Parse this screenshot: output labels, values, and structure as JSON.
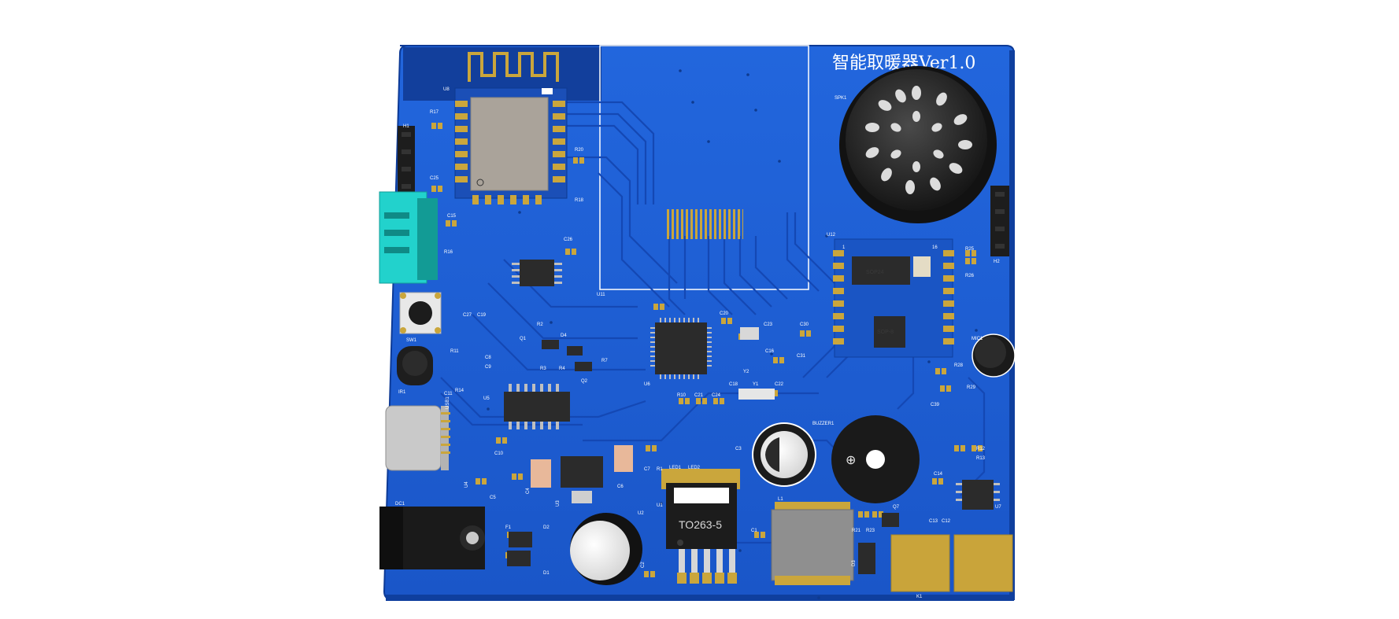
{
  "board": {
    "title": "智能取暖器Ver1.0",
    "colors": {
      "pcb": "#1f5fd6",
      "pcb_dark": "#123f9c",
      "gold": "#c9a43a",
      "white": "#ffffff"
    }
  },
  "designators": {
    "U8": "U8",
    "R17": "R17",
    "H1": "H1",
    "C25": "C25",
    "C15": "C15",
    "R16": "R16",
    "R20": "R20",
    "R18": "R18",
    "C26": "C26",
    "U11": "U11",
    "SPK1": "SPK1",
    "U12": "U12",
    "pin1": "1",
    "pin16": "16",
    "R25": "R25",
    "R26": "R26",
    "H2": "H2",
    "SW1": "SW1",
    "C27": "C27",
    "C19": "C19",
    "R2": "R2",
    "Q1": "Q1",
    "D4": "D4",
    "IR1": "IR1",
    "R11": "R11",
    "C8": "C8",
    "C9": "C9",
    "R3": "R3",
    "R4": "R4",
    "Q2": "Q2",
    "R7": "R7",
    "C11": "C11",
    "R14": "R14",
    "U5": "U5",
    "U6": "U6",
    "C20": "C20",
    "C23": "C23",
    "C30": "C30",
    "C31": "C31",
    "Y2": "Y2",
    "C16": "C16",
    "MIC1": "MIC1",
    "R28": "R28",
    "R29": "R29",
    "C39": "C39",
    "USB1": "USB1",
    "R10": "R10",
    "C21": "C21",
    "C24": "C24",
    "C18": "C18",
    "Y1": "Y1",
    "C22": "C22",
    "BUZZER1": "BUZZER1",
    "C10": "C10",
    "C7": "C7",
    "R1": "R1",
    "LED1": "LED1",
    "LED2": "LED2",
    "C3": "C3",
    "R12": "R12",
    "R13": "R13",
    "C14": "C14",
    "U4": "U4",
    "C5": "C5",
    "C4": "C4",
    "U3": "U3",
    "C6": "C6",
    "U1": "U1",
    "L1": "L1",
    "Q7": "Q7",
    "C13": "C13",
    "C12": "C12",
    "U7": "U7",
    "DC1": "DC1",
    "F1": "F1",
    "D2": "D2",
    "D1": "D1",
    "U2": "U2",
    "C2": "C2",
    "C1": "C1",
    "R21": "R21",
    "R23": "R23",
    "D3": "D3",
    "K1": "K1"
  },
  "chip_labels": {
    "regulator_package": "TO263-5",
    "voice_module": "SOP24",
    "voice_module_small": "SOP-8"
  }
}
